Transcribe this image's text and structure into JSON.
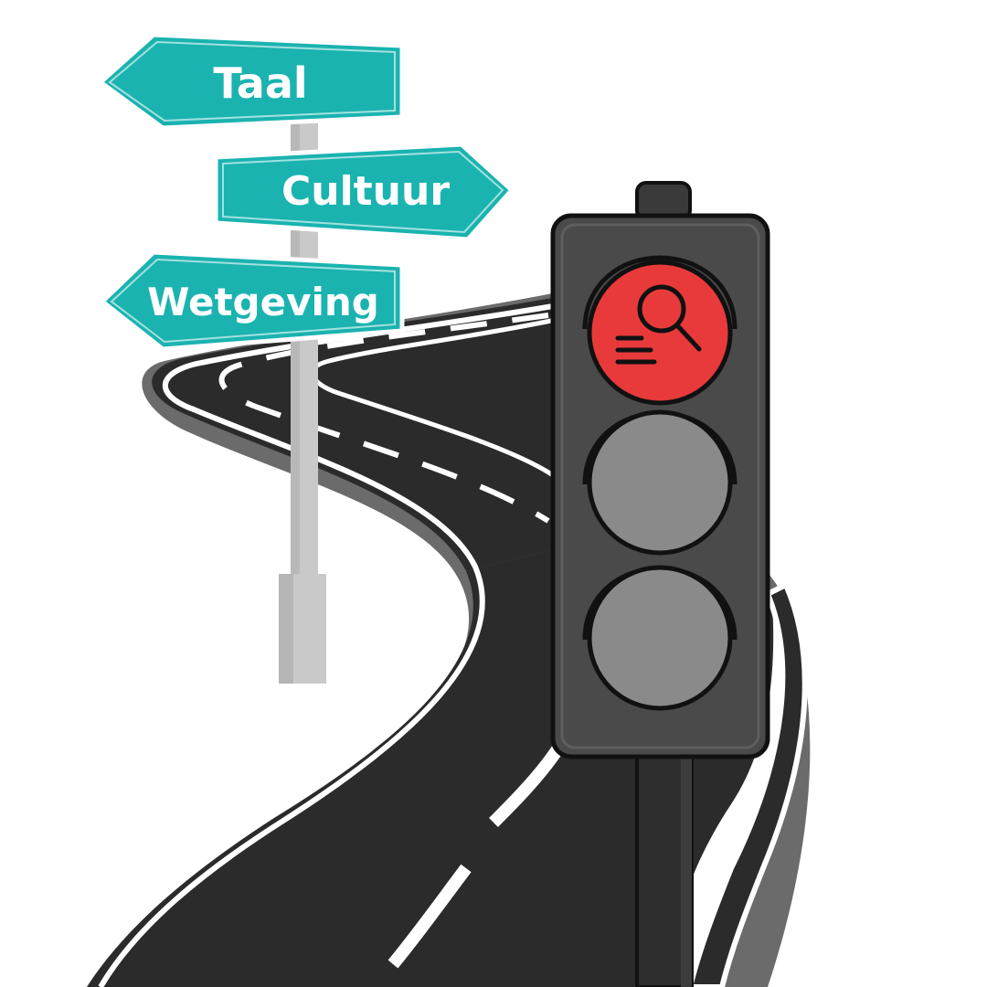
{
  "signs": {
    "taal": "Taal",
    "cultuur": "Cultuur",
    "wetgeving": "Wetgeving"
  },
  "colors": {
    "sign_teal": "#1ab3b0",
    "sign_border": "#ffffff",
    "road": "#2a2a2a",
    "road_shadow": "#6b6b6b",
    "road_lines": "#ffffff",
    "pole": "#c7c7c7",
    "traffic_light_body": "#4a4a4a",
    "light_active": "#e83a3a",
    "light_inactive": "#8a8a8a"
  },
  "traffic_light": {
    "active_light": "top",
    "active_icon": "search-document-icon"
  }
}
